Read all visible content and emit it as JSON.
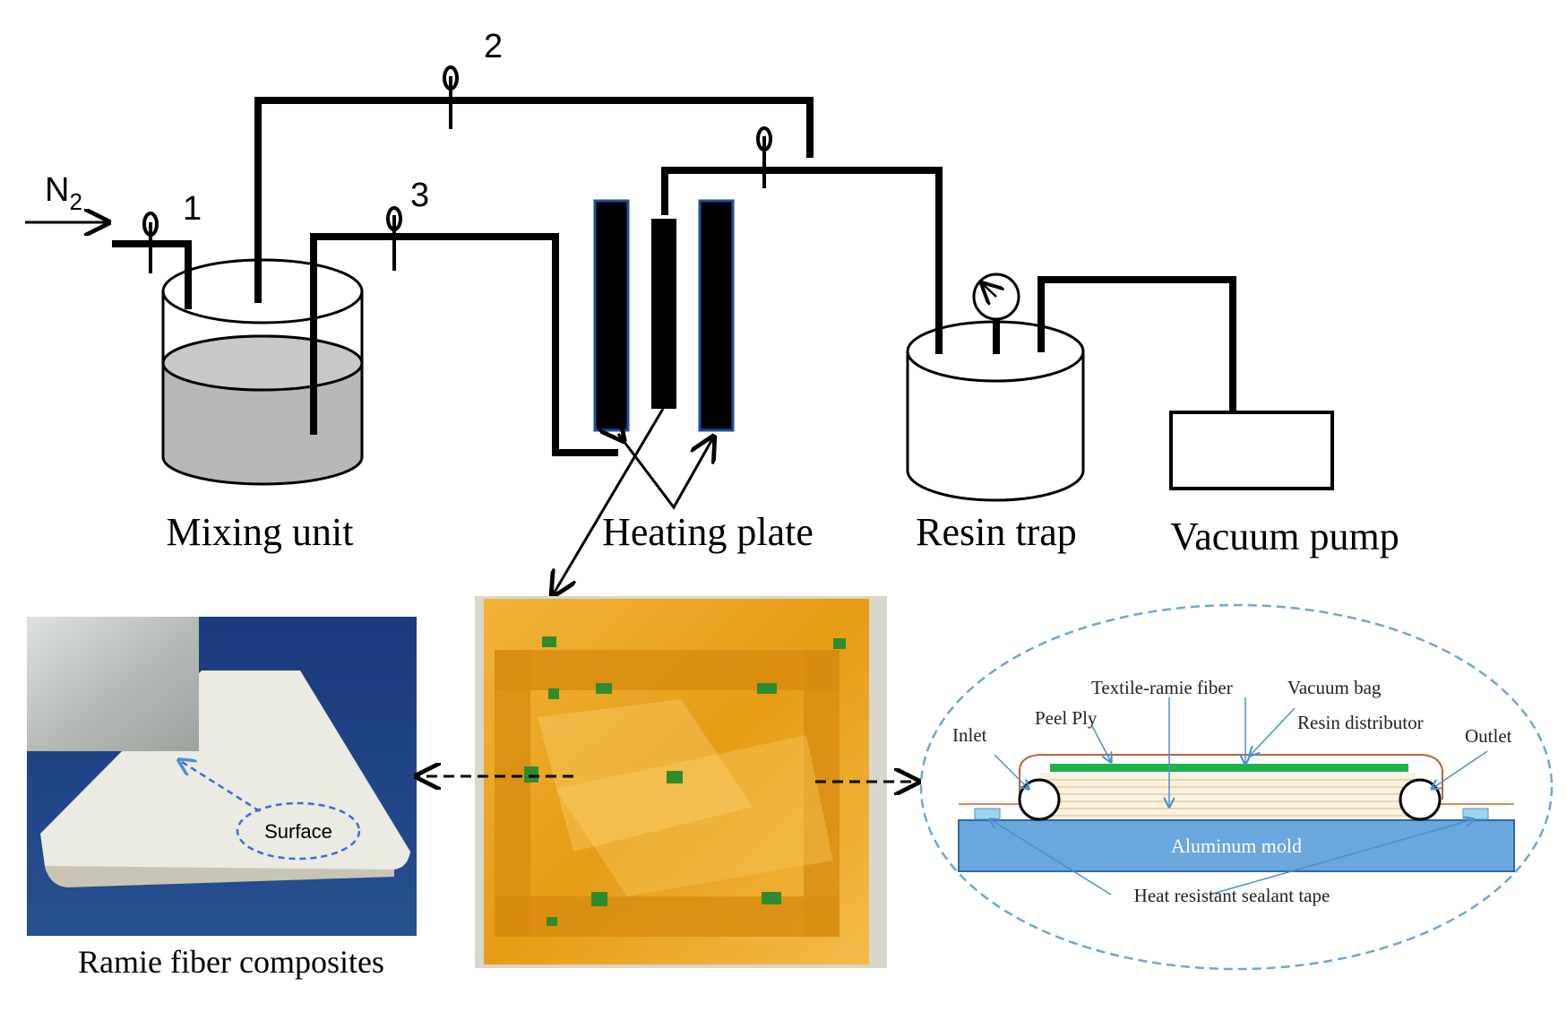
{
  "top_labels": {
    "n2": "N",
    "n2_sub": "2",
    "valve_1": "1",
    "valve_2": "2",
    "valve_3": "3",
    "mixing_unit": "Mixing unit",
    "heating_plate": "Heating plate",
    "resin_trap": "Resin trap",
    "vacuum_pump": "Vacuum pump"
  },
  "photo": {
    "surface_label": "Surface",
    "caption": "Ramie fiber composites"
  },
  "schematic": {
    "textile": "Textile-ramie fiber",
    "vacuum_bag": "Vacuum bag",
    "peel_ply": "Peel Ply",
    "resin_distributor": "Resin distributor",
    "inlet": "Inlet",
    "outlet": "Outlet",
    "mold": "Aluminum mold",
    "tape": "Heat resistant sealant tape"
  },
  "colors": {
    "pipe": "#000000",
    "liquid": "#b8b8b8",
    "kapton": "#e8a21a",
    "photo_bg": "#1e3a78",
    "plate": "#ece9e0",
    "mold": "#6aa7dc",
    "distributor": "#1fb24a",
    "dashed_ellipse": "#6aa7dc",
    "arrow_blue": "#4a90d0"
  }
}
